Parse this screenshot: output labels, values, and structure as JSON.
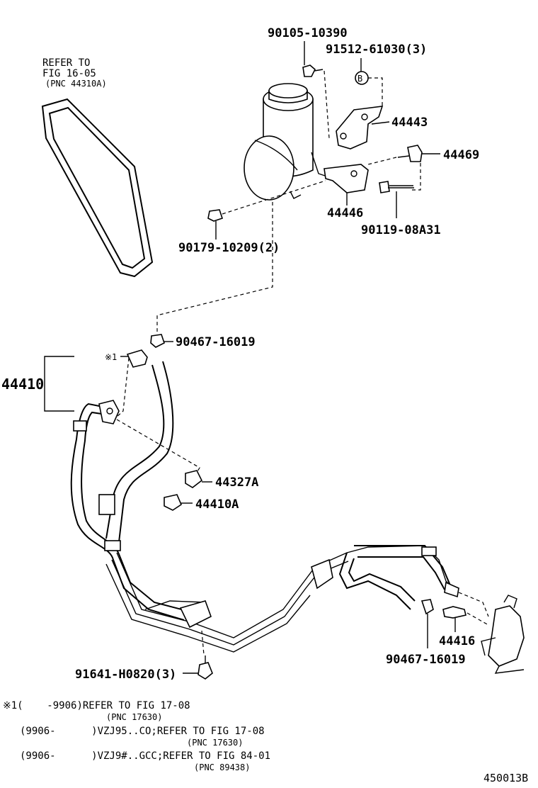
{
  "diagram_id": "450013B",
  "belt_ref": {
    "line1": "REFER TO",
    "line2": "FIG 16-05",
    "line3": "(PNC 44310A)"
  },
  "parts": {
    "p_90105": "90105-10390",
    "p_91512": "91512-61030(3)",
    "marker_b": "B",
    "p_44443": "44443",
    "p_44469": "44469",
    "p_44446": "44446",
    "p_90119": "90119-08A31",
    "p_90179": "90179-10209(2)",
    "p_90467_a": "90467-16019",
    "p_44410": "44410",
    "star_mark": "※1",
    "p_44327a": "44327A",
    "p_44410a": "44410A",
    "p_44416": "44416",
    "p_90467_b": "90467-16019",
    "p_91641": "91641-H0820(3)"
  },
  "notes": [
    {
      "line": "※1(    -9906)REFER TO FIG 17-08",
      "sub": "(PNC 17630)"
    },
    {
      "line": "(9906-      )VZJ95..CO;REFER TO FIG 17-08",
      "sub": "(PNC 17630)"
    },
    {
      "line": "(9906-      )VZJ9#..GCC;REFER TO FIG 84-01",
      "sub": "(PNC 89438)"
    }
  ]
}
